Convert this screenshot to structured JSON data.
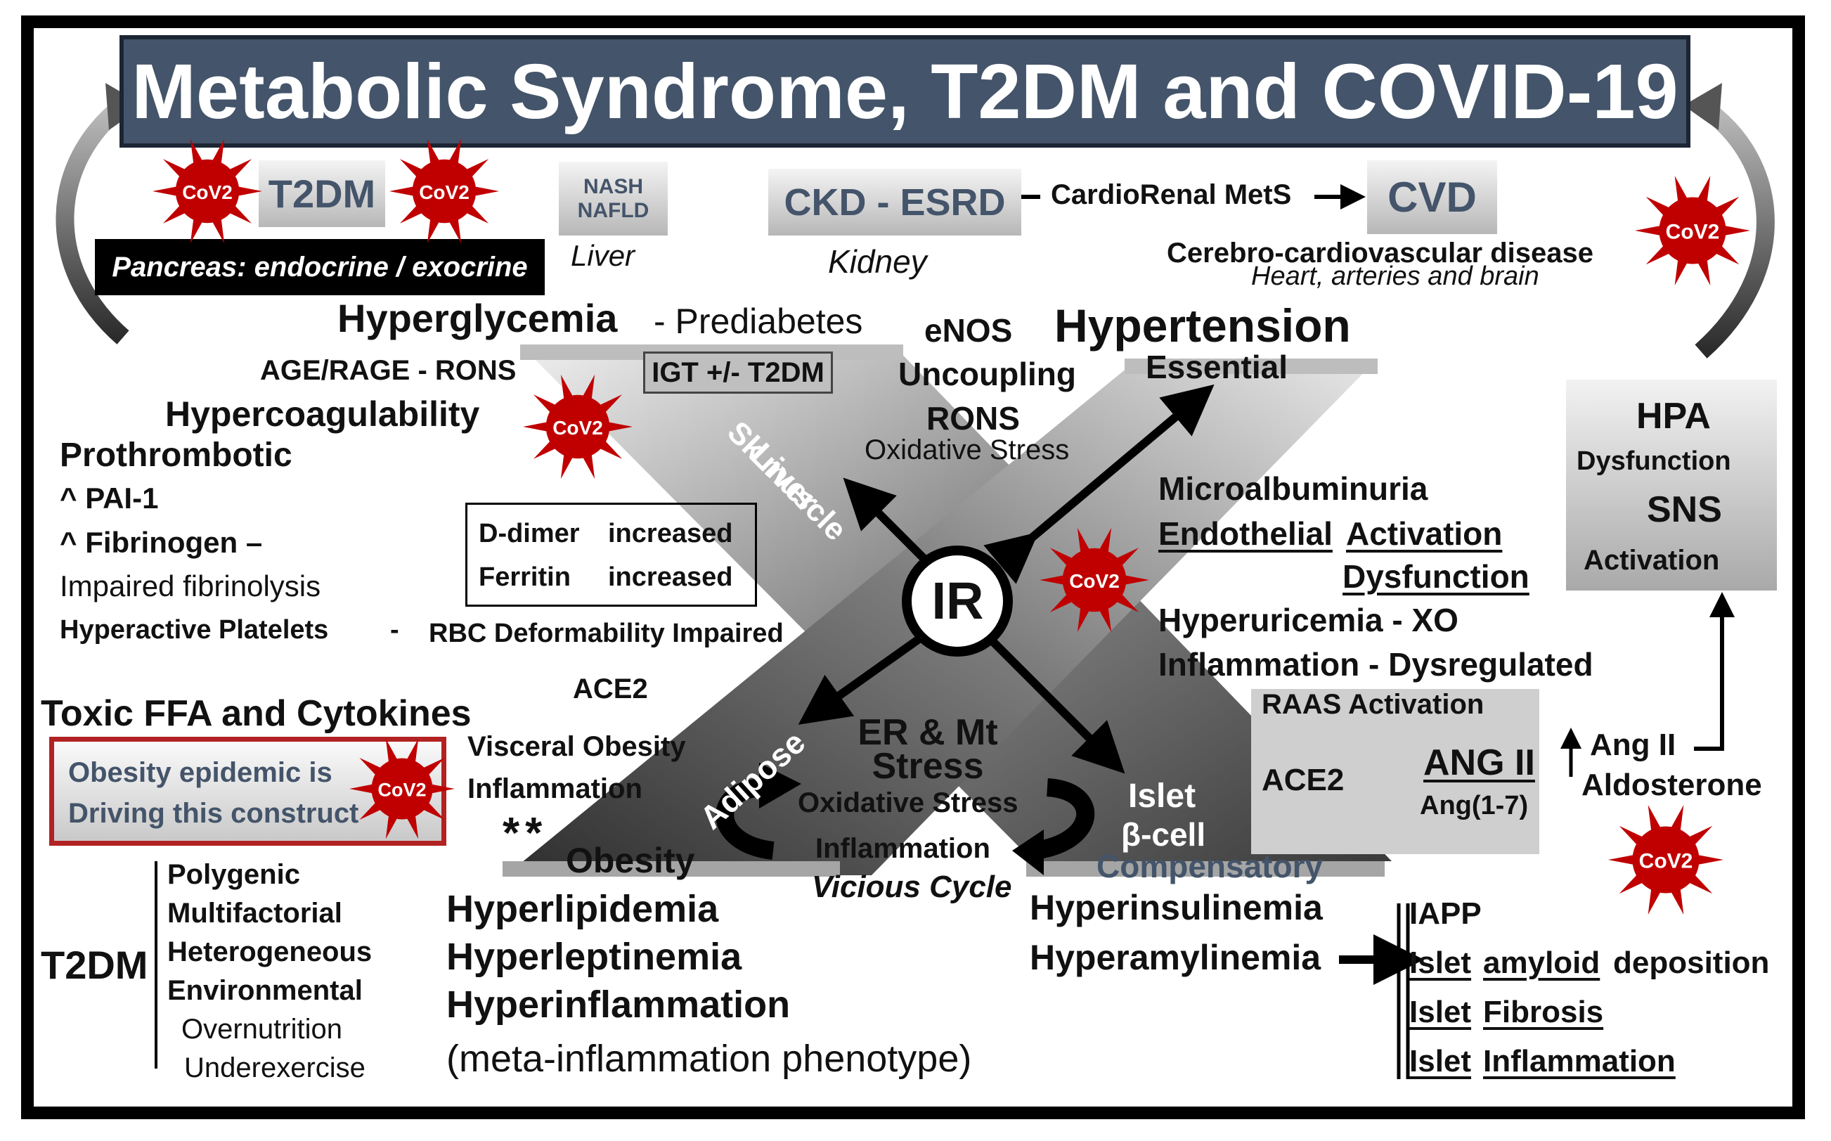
{
  "title": "Metabolic Syndrome, T2DM and COVID-19",
  "virus_label": "CoV2",
  "colors": {
    "title_bg": "#44546a",
    "virus_red": "#c00000",
    "box_border_red": "#b22222"
  },
  "top": {
    "t2dm": "T2DM",
    "pancreas": "Pancreas: endocrine / exocrine",
    "nash": "NASH",
    "nafld": "NAFLD",
    "liver": "Liver",
    "ckd": "CKD - ESRD",
    "cardiorenal": "CardioRenal MetS",
    "kidney": "Kidney",
    "cvd": "CVD",
    "cerebro": "Cerebro-cardiovascular disease",
    "heart": "Heart, arteries and brain"
  },
  "x_shape": {
    "hyperglycemia": "Hyperglycemia",
    "prediabetes": "- Prediabetes",
    "igt": "IGT +/- T2DM",
    "hypertension": "Hypertension",
    "essential": "Essential",
    "liver_arm": "Liver",
    "sk_muscle": "Sk muscle",
    "adipose": "Adipose",
    "islet": "Islet",
    "beta_cell": "β-cell",
    "compensatory": "Compensatory",
    "obesity": "Obesity",
    "ir": "IR",
    "er_stress_1": "ER & Mt",
    "er_stress_2": "Stress",
    "oxidative": "Oxidative Stress",
    "inflammation": "Inflammation",
    "vicious": "Vicious Cycle"
  },
  "left": {
    "age_rage": "AGE/RAGE - RONS",
    "hypercoag": "Hypercoagulability",
    "prothrombotic": "Prothrombotic",
    "pai1": "^ PAI-1",
    "fibrinogen": "^ Fibrinogen –",
    "fibrinolysis": "Impaired fibrinolysis",
    "platelets": "Hyperactive Platelets",
    "dash": "-",
    "rbc": "RBC Deformability Impaired",
    "ddimer_1": "D-dimer",
    "ddimer_2": "increased",
    "ferritin_1": "Ferritin",
    "ferritin_2": "increased",
    "ace2": "ACE2",
    "toxic": "Toxic FFA and Cytokines",
    "obesity_box_1": "Obesity epidemic is",
    "obesity_box_2": "Driving this construct",
    "visceral_1": "Visceral Obesity",
    "visceral_2": "Inflammation",
    "asterisks": "**"
  },
  "center": {
    "enos": "eNOS",
    "uncoupling": "Uncoupling",
    "rons": "RONS",
    "oxidative_stress": "Oxidative Stress"
  },
  "right": {
    "microalb": "Microalbuminuria",
    "endothelial": "Endothelial",
    "activation": "Activation",
    "dysfunction": "Dysfunction",
    "hyperuric": "Hyperuricemia - XO",
    "inflam_dys": "Inflammation - Dysregulated",
    "raas": "RAAS Activation",
    "ace2": "ACE2",
    "ang2": "ANG II",
    "ang17": "Ang(1-7)",
    "ang2_right": "Ang II",
    "aldosterone": "Aldosterone",
    "hpa": "HPA",
    "hpa_dys": "Dysfunction",
    "sns": "SNS",
    "sns_act": "Activation"
  },
  "bottom": {
    "t2dm": "T2DM",
    "causes": [
      "Polygenic",
      "Multifactorial",
      "Heterogeneous",
      "Environmental",
      "Overnutrition",
      "Underexercise"
    ],
    "hyperlipidemia": "Hyperlipidemia",
    "hyperleptinemia": "Hyperleptinemia",
    "hyperinflammation": "Hyperinflammation",
    "meta": "(meta-inflammation phenotype)",
    "hyperinsulinemia": "Hyperinsulinemia",
    "hyperamylinemia": "Hyperamylinemia",
    "iapp": "IAPP",
    "islet": "Islet",
    "amyloid": "amyloid",
    "deposition": "deposition",
    "fibrosis": "Fibrosis",
    "inflammation": "Inflammation"
  }
}
